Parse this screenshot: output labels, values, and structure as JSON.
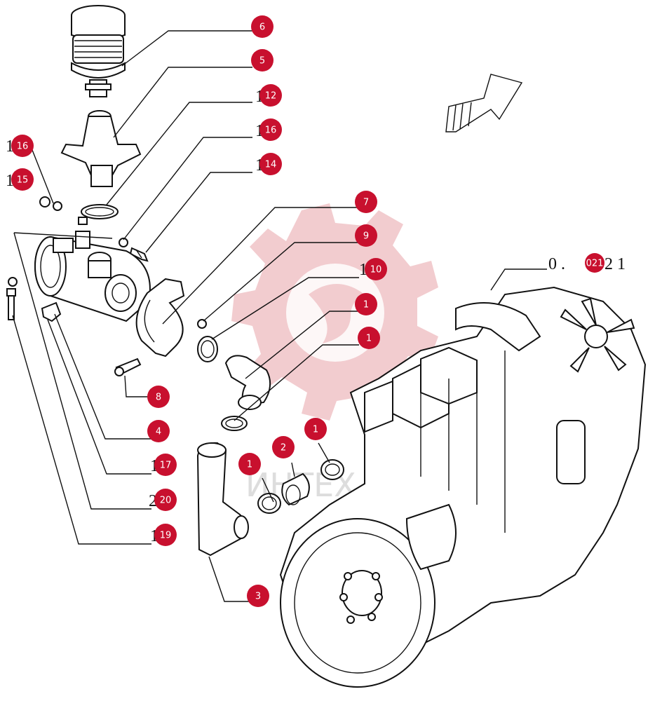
{
  "colors": {
    "badge": "#c8102e",
    "line": "#111111",
    "watermark": "#e8a3a8"
  },
  "watermark_text": "ИНТЕХ",
  "reference_code": {
    "left": "0 .",
    "right": "2 1",
    "badge": "021"
  },
  "callouts": [
    {
      "id": "c6",
      "label": "6",
      "prefix": ""
    },
    {
      "id": "c5",
      "label": "5",
      "prefix": ""
    },
    {
      "id": "c12",
      "label": "12",
      "prefix": "1"
    },
    {
      "id": "c16a",
      "label": "16",
      "prefix": "1"
    },
    {
      "id": "c14",
      "label": "14",
      "prefix": "1"
    },
    {
      "id": "c16b",
      "label": "16",
      "prefix": "1"
    },
    {
      "id": "c15",
      "label": "15",
      "prefix": "1"
    },
    {
      "id": "c7",
      "label": "7",
      "prefix": ""
    },
    {
      "id": "c9",
      "label": "9",
      "prefix": ""
    },
    {
      "id": "c10",
      "label": "10",
      "prefix": "1"
    },
    {
      "id": "c1a",
      "label": "1",
      "prefix": ""
    },
    {
      "id": "c1b",
      "label": "1",
      "prefix": ""
    },
    {
      "id": "c8",
      "label": "8",
      "prefix": ""
    },
    {
      "id": "c4",
      "label": "4",
      "prefix": ""
    },
    {
      "id": "c17",
      "label": "17",
      "prefix": "1"
    },
    {
      "id": "c20",
      "label": "20",
      "prefix": "2"
    },
    {
      "id": "c19",
      "label": "19",
      "prefix": "1"
    },
    {
      "id": "c1c",
      "label": "1",
      "prefix": ""
    },
    {
      "id": "c2",
      "label": "2",
      "prefix": ""
    },
    {
      "id": "c1d",
      "label": "1",
      "prefix": ""
    },
    {
      "id": "c3",
      "label": "3",
      "prefix": ""
    }
  ]
}
